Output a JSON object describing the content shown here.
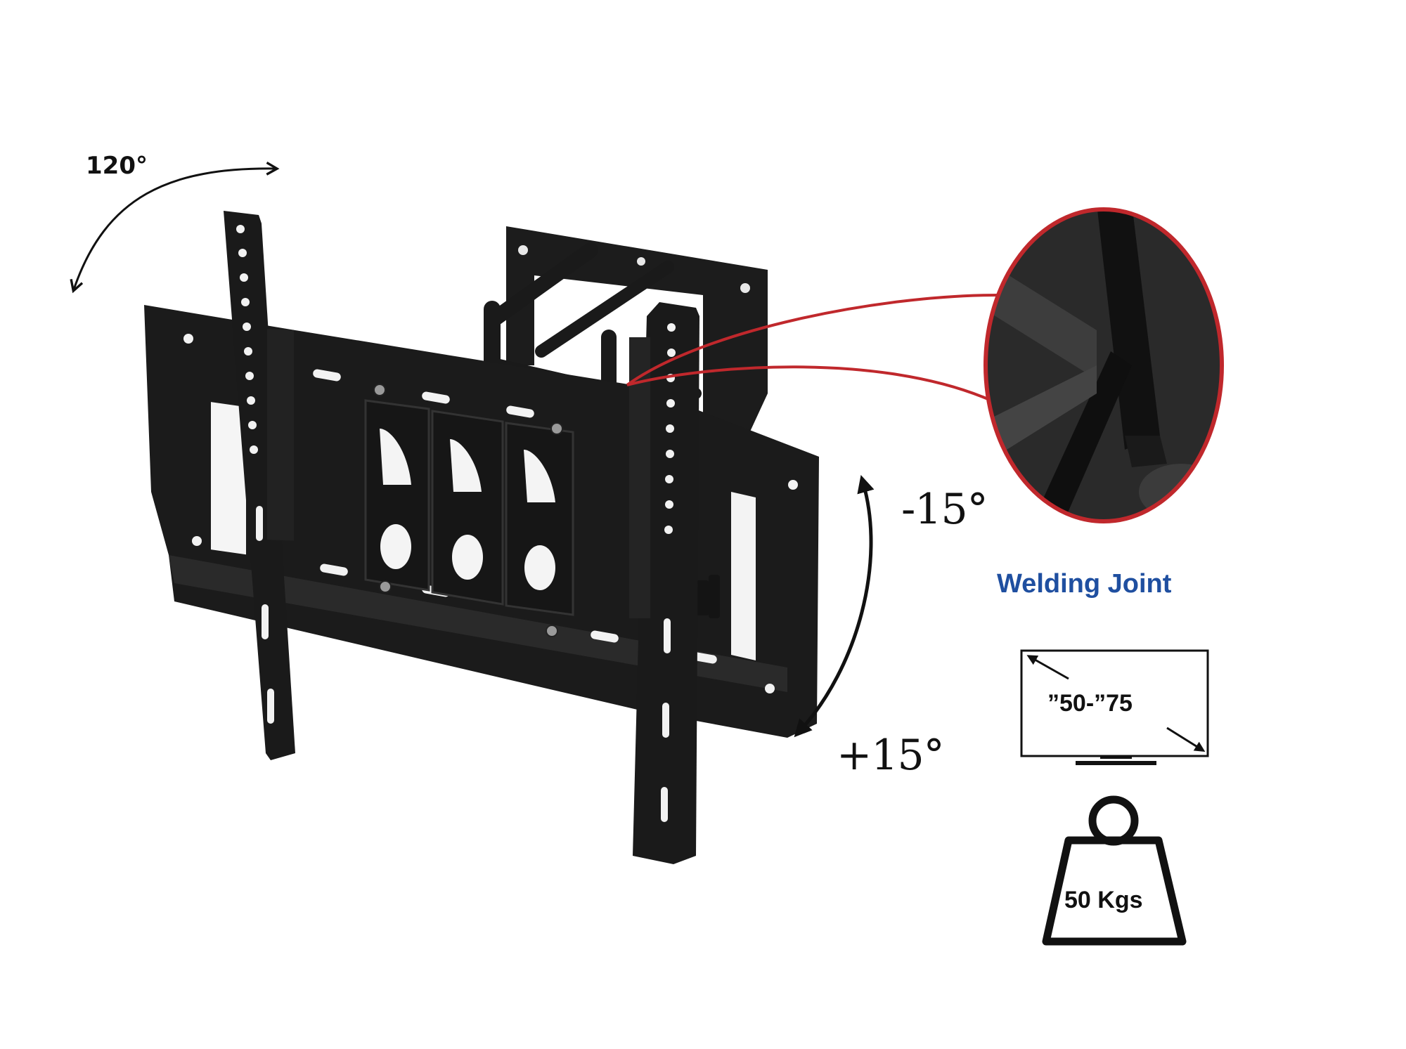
{
  "rotation": {
    "label": "120°"
  },
  "tilt": {
    "up_label": "-15°",
    "down_label": "+15°"
  },
  "callout": {
    "label": "Welding Joint"
  },
  "screen": {
    "size_label": "”50-”75"
  },
  "load": {
    "weight_label": "50 Kgs"
  },
  "colors": {
    "bracket": "#1a1a1a",
    "callout_ring": "#c0282c",
    "callout_text": "#1f4fa0",
    "icon_stroke": "#111111"
  },
  "icons": {
    "rotation": "curved-double-arrow-icon",
    "tilt": "curved-double-arrow-icon",
    "screen": "tv-diagonal-icon",
    "weight": "kettlebell-weight-icon"
  }
}
